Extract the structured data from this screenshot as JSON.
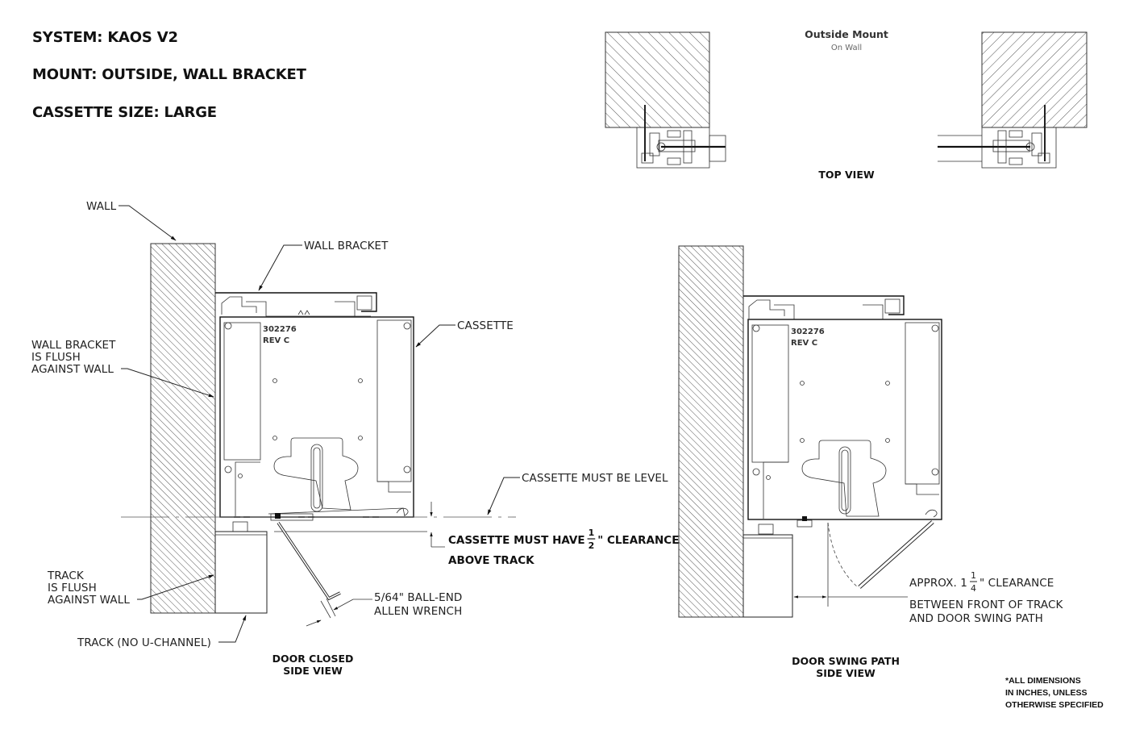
{
  "specs": {
    "system": "SYSTEM: KAOS V2",
    "mount": "MOUNT: OUTSIDE, WALL BRACKET",
    "cassette_size": "CASSETTE SIZE: LARGE"
  },
  "top_view": {
    "title": "Outside Mount",
    "subtitle": "On Wall",
    "caption": "TOP VIEW"
  },
  "door_closed_view": {
    "labels": {
      "wall": "WALL",
      "wall_bracket": "WALL BRACKET",
      "cassette": "CASSETTE",
      "bracket_flush_1": "WALL BRACKET",
      "bracket_flush_2": "IS FLUSH",
      "bracket_flush_3": "AGAINST WALL",
      "cassette_level": "CASSETTE MUST BE LEVEL",
      "clearance_prefix": "CASSETTE MUST HAVE",
      "clearance_num": "1",
      "clearance_den": "2",
      "clearance_suffix": "\" CLEARANCE",
      "clearance_line2": "ABOVE TRACK",
      "track_flush_1": "TRACK",
      "track_flush_2": "IS FLUSH",
      "track_flush_3": "AGAINST WALL",
      "wrench_1": "5/64\" BALL-END",
      "wrench_2": "ALLEN WRENCH",
      "track": "TRACK (NO U-CHANNEL)",
      "part_number": "302276",
      "revision": "REV C"
    },
    "caption_1": "DOOR CLOSED",
    "caption_2": "SIDE VIEW"
  },
  "door_swing_view": {
    "labels": {
      "approx_prefix": "APPROX. 1",
      "approx_num": "1",
      "approx_den": "4",
      "approx_suffix": "\" CLEARANCE",
      "line2": "BETWEEN FRONT OF TRACK",
      "line3": "AND DOOR SWING PATH",
      "part_number": "302276",
      "revision": "REV C"
    },
    "caption_1": "DOOR SWING PATH",
    "caption_2": "SIDE VIEW"
  },
  "footnote": {
    "line1": "*ALL DIMENSIONS",
    "line2": "IN INCHES, UNLESS",
    "line3": "OTHERWISE SPECIFIED"
  },
  "colors": {
    "ink": "#111111",
    "hatch": "#444444",
    "background": "#ffffff"
  }
}
